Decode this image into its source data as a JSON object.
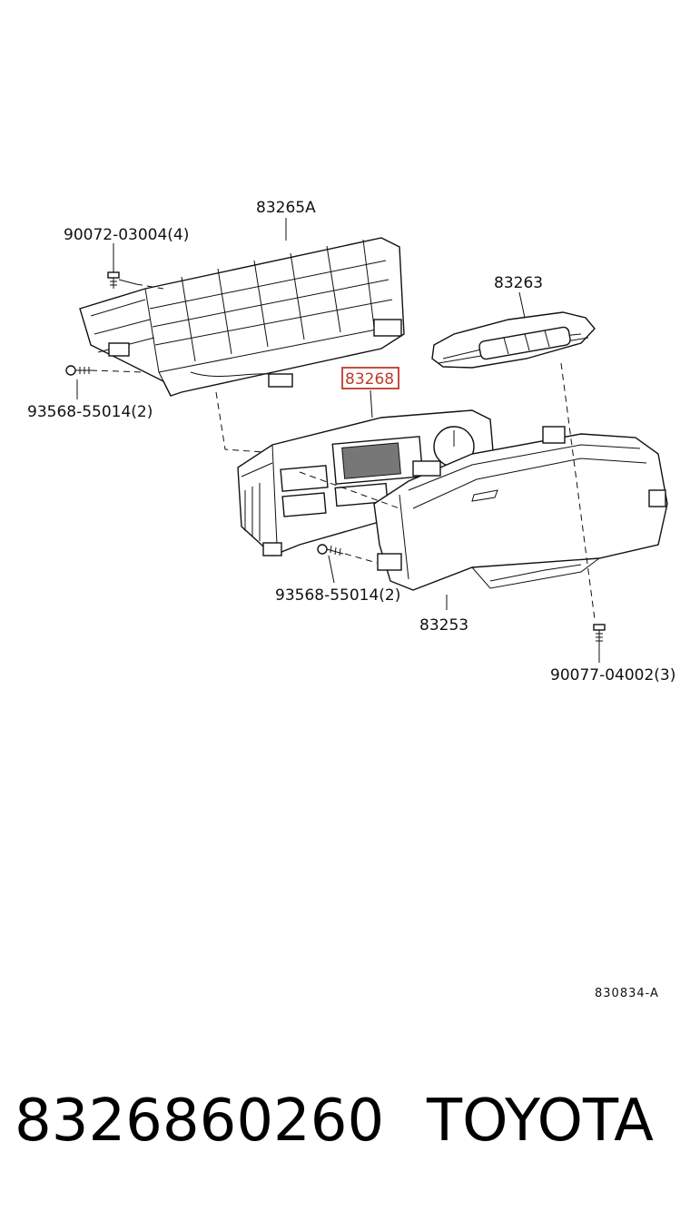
{
  "callouts": {
    "bracket_top": "83265A",
    "screw_top": "90072-03004(4)",
    "screw_left": "93568-55014(2)",
    "cover": "83263",
    "highlighted_part": "83268",
    "screw_mid": "93568-55014(2)",
    "front_panel": "83253",
    "screw_bottom": "90077-04002(3)"
  },
  "diagram_code": "830834-A",
  "footer": {
    "part_number": "8326860260",
    "brand": "TOYOTA"
  },
  "colors": {
    "highlight": "#c0392b",
    "line": "#111111"
  }
}
